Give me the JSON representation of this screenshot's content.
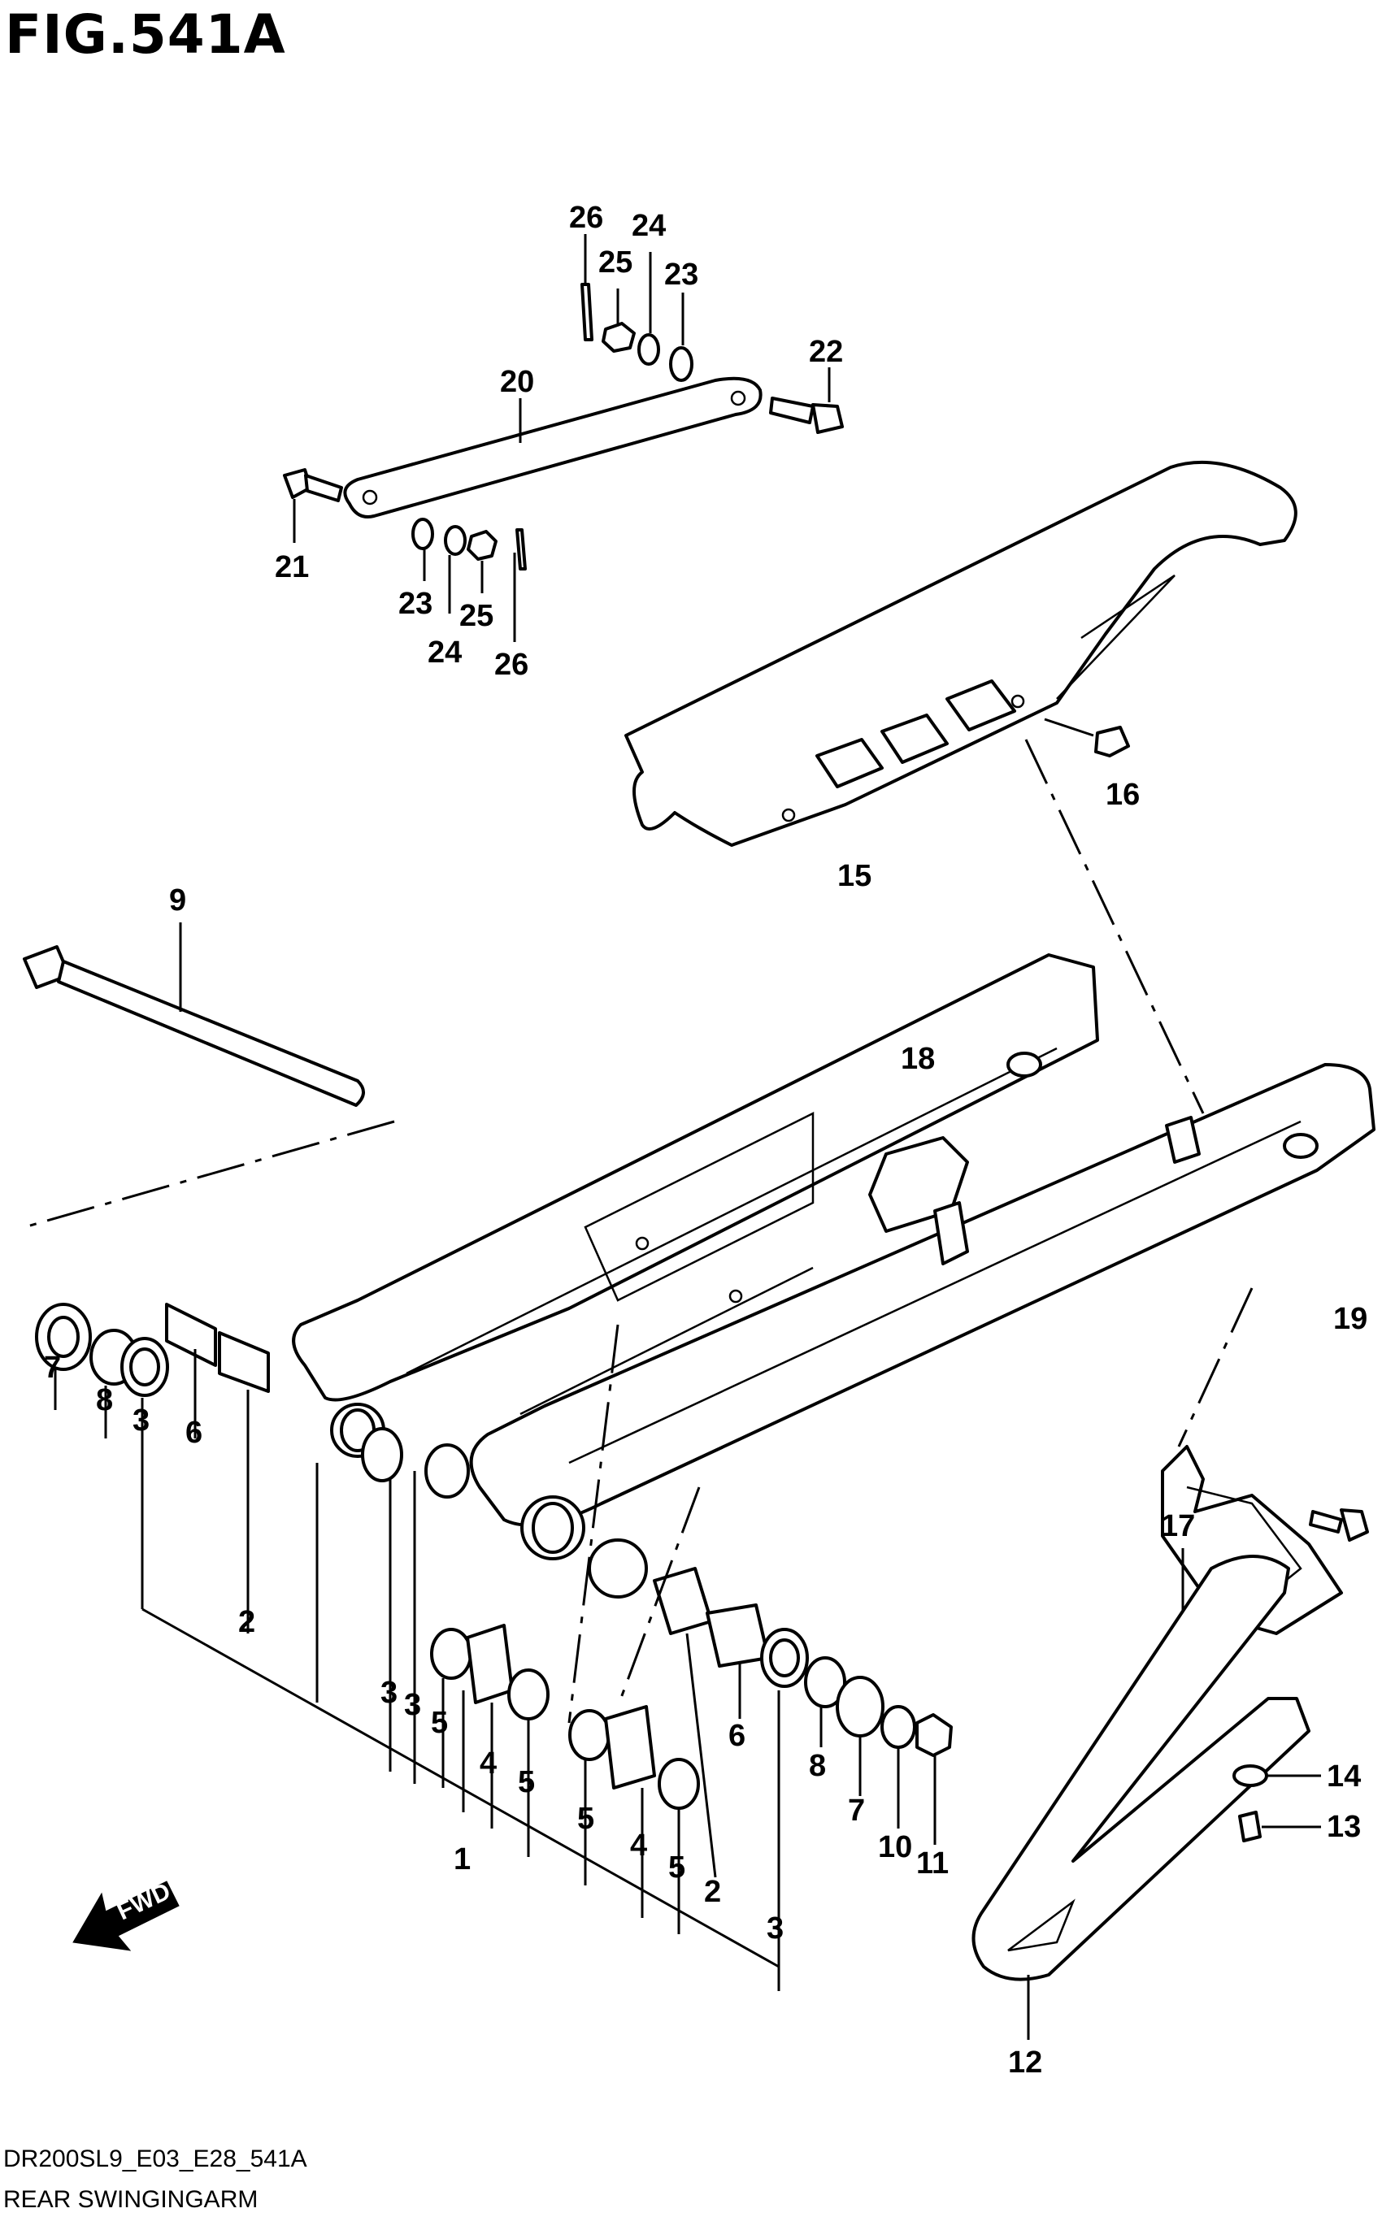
{
  "figure": {
    "title": "FIG.541A",
    "code": "DR200SL9_E03_E28_541A",
    "name": "REAR SWINGINGARM",
    "fwd_label": "FWD"
  },
  "callouts": {
    "c1": "1",
    "c2a": "2",
    "c2b": "2",
    "c3a": "3",
    "c3b": "3",
    "c3c": "3",
    "c3d": "3",
    "c4a": "4",
    "c4b": "4",
    "c5a": "5",
    "c5b": "5",
    "c5c": "5",
    "c5d": "5",
    "c6a": "6",
    "c6b": "6",
    "c7a": "7",
    "c7b": "7",
    "c8a": "8",
    "c8b": "8",
    "c9": "9",
    "c10": "10",
    "c11": "11",
    "c12": "12",
    "c13": "13",
    "c14": "14",
    "c15": "15",
    "c16": "16",
    "c17": "17",
    "c18": "18",
    "c19": "19",
    "c20": "20",
    "c21": "21",
    "c22": "22",
    "c23a": "23",
    "c23b": "23",
    "c24a": "24",
    "c24b": "24",
    "c25a": "25",
    "c25b": "25",
    "c26a": "26",
    "c26b": "26"
  }
}
